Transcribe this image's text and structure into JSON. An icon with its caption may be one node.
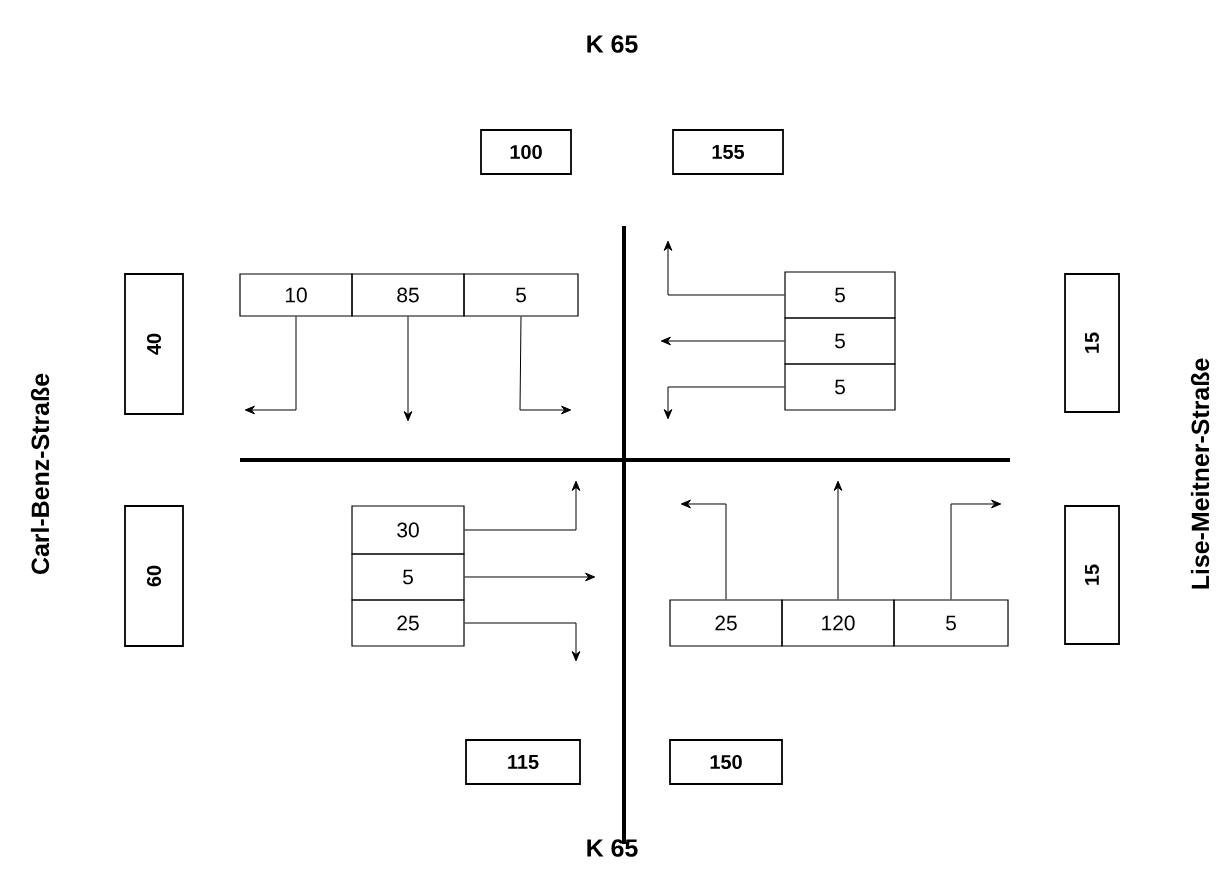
{
  "diagram": {
    "nodes": [
      {
        "text": [
          "100"
        ]
      },
      {
        "text": [
          "155"
        ]
      },
      {
        "text": [
          "10"
        ]
      },
      {
        "text": [
          "85"
        ]
      },
      {
        "text": [
          "5"
        ]
      },
      {
        "text": [
          "5"
        ]
      },
      {
        "text": [
          "5"
        ]
      },
      {
        "text": [
          "5"
        ]
      },
      {
        "text": [
          "40"
        ]
      },
      {
        "text": [
          "15"
        ]
      },
      {
        "text": [
          "30"
        ]
      },
      {
        "text": [
          "5"
        ]
      },
      {
        "text": [
          "25"
        ]
      },
      {
        "text": [
          "60"
        ]
      },
      {
        "text": [
          "15"
        ]
      },
      {
        "text": [
          "25"
        ]
      },
      {
        "text": [
          "120"
        ]
      },
      {
        "text": [
          "5"
        ]
      },
      {
        "text": [
          "115"
        ]
      },
      {
        "text": [
          "150"
        ]
      }
    ],
    "edges": [
      {
        "from": 2,
        "to": null,
        "arrow": "to"
      },
      {
        "from": 3,
        "to": null,
        "arrow": "to"
      },
      {
        "from": 4,
        "to": null,
        "arrow": "to"
      },
      {
        "from": 5,
        "to": null,
        "arrow": "to"
      },
      {
        "from": 6,
        "to": null,
        "arrow": "to"
      },
      {
        "from": 7,
        "to": null,
        "arrow": "to"
      },
      {
        "from": 10,
        "to": null,
        "arrow": "to"
      },
      {
        "from": 11,
        "to": null,
        "arrow": "to"
      },
      {
        "from": 12,
        "to": null,
        "arrow": "to"
      },
      {
        "from": 15,
        "to": null,
        "arrow": "to"
      },
      {
        "from": 16,
        "to": null,
        "arrow": "to"
      },
      {
        "from": 17,
        "to": null,
        "arrow": "to"
      }
    ],
    "labels": [
      "K 65",
      "Carl-Benz-Straße",
      "Lise-Meitner-Straße",
      "K 65"
    ]
  }
}
